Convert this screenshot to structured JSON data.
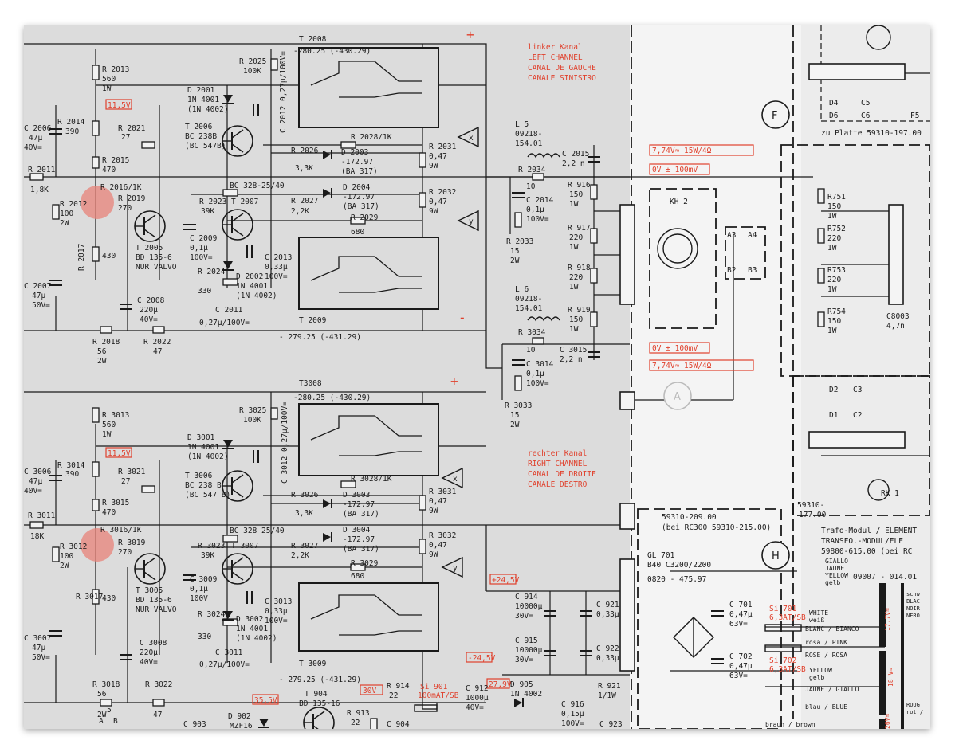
{
  "sections": {
    "left_top": [
      "linker Kanal",
      "LEFT CHANNEL",
      "CANAL DE GAUCHE",
      "CANALE SINISTRO"
    ],
    "right_bottom": [
      "rechter Kanal",
      "RIGHT CHANNEL",
      "CANAL DE DROITE",
      "CANALE DESTRO"
    ],
    "trafo": [
      "Trafo-Modul / ELEMENT",
      "TRANSFO.-MODUL/ELE",
      "59800-615.00 (bei RC"
    ]
  },
  "circles": [
    "F",
    "A",
    "H"
  ],
  "signs": [
    "+",
    "-",
    "+"
  ],
  "voltages": {
    "v115_a": "11,5V",
    "v115_b": "11,5V",
    "lc1": "7,74V≈  15W/4Ω",
    "lc2": "0V ± 100mV",
    "lc3": "0V ± 100mV",
    "lc4": "7,74V≈  15W/4Ω",
    "p245": "+24,5V",
    "m245": "-24,5V",
    "v355": "35,5V",
    "v30": "30V",
    "v279": "27,9V",
    "si901": "Si 901",
    "si901b": "100mAT/SB",
    "si701": "Si 701",
    "si701b": "6,3AT/SB",
    "si702": "Si 702",
    "si702b": "6,3AT/SB"
  },
  "parts": {
    "t2008": "T 2008",
    "t2008v": "-280.25  (-430.29)",
    "t2009": "T 2009",
    "t2009v": "- 279.25 (-431.29)",
    "t3008": "T3008",
    "t3008v": "-280.25  (-430.29)",
    "t3009": "T 3009",
    "t3009v": "- 279.25 (-431.29)",
    "r2013": [
      "R 2013",
      "560",
      "1W"
    ],
    "r2014": [
      "R 2014",
      "390"
    ],
    "c2006": [
      "C 2006",
      "47µ",
      "40V="
    ],
    "r2021": [
      "R 2021",
      "27"
    ],
    "r2015": [
      "R 2015",
      "470"
    ],
    "r2011": [
      "R 2011",
      "1,8K"
    ],
    "r2016": "R 2016/1K",
    "r2019": [
      "R 2019",
      "270"
    ],
    "r2012": [
      "R 2012",
      "100",
      "2W"
    ],
    "r2017": [
      "R 2017",
      "430"
    ],
    "t2005": [
      "T 2005",
      "BD 135-6",
      "NUR VALVO"
    ],
    "c2007": [
      "C 2007",
      "47µ",
      "50V="
    ],
    "c2008": [
      "C 2008",
      "220µ",
      "40V="
    ],
    "r2018": [
      "R 2018",
      "56",
      "2W"
    ],
    "r2022": [
      "R 2022",
      "47"
    ],
    "r2025": [
      "R 2025",
      "100K"
    ],
    "d2001": [
      "D 2001",
      "1N 4001",
      "(1N 4002)"
    ],
    "t2006": [
      "T 2006",
      "BC 238B",
      "(BC 547B)"
    ],
    "c2012": "C 2012  0,27µ/100V=",
    "r2028": "R 2028/1K",
    "r2026": [
      "R 2026",
      "3,3K"
    ],
    "d2003": [
      "D 2003",
      "-172.97",
      "(BA 317)"
    ],
    "bc328": "BC 328-25/40",
    "r2023": [
      "R 2023",
      "39K"
    ],
    "t2007": "T 2007",
    "d2004": [
      "D 2004",
      "-172.97",
      "(BA 317)"
    ],
    "r2027": [
      "R 2027",
      "2,2K"
    ],
    "r2029": [
      "R 2029",
      "680"
    ],
    "c2009": [
      "C 2009",
      "0,1µ",
      "100V="
    ],
    "c2013": [
      "C 2013",
      "0,33µ",
      "100V="
    ],
    "r2024": "R 2024",
    "d2002": [
      "D 2002",
      "1N 4001",
      "(1N 4002)"
    ],
    "r330": "330",
    "c2011": [
      "C 2011",
      "0,27µ/100V="
    ],
    "r2031": [
      "R 2031",
      "0,47",
      "9W"
    ],
    "r2032": [
      "R 2032",
      "0,47",
      "9W"
    ],
    "l5": [
      "L 5",
      "09218-",
      "154.01"
    ],
    "r2034": [
      "R 2034",
      "10"
    ],
    "c2015": [
      "C 2015",
      "2,2 n"
    ],
    "c2014": [
      "C 2014",
      "0,1µ",
      "100V="
    ],
    "r2033": [
      "R 2033",
      "15",
      "2W"
    ],
    "r916": [
      "R 916",
      "150",
      "1W"
    ],
    "r917": [
      "R 917",
      "220",
      "1W"
    ],
    "r918": [
      "R 918",
      "220",
      "1W"
    ],
    "r919": [
      "R 919",
      "150",
      "1W"
    ],
    "l6": [
      "L 6",
      "09218-",
      "154.01"
    ],
    "r3034": [
      "R 3034",
      "10"
    ],
    "c3015": [
      "C 3015",
      "2,2 n"
    ],
    "c3014": [
      "C 3014",
      "0,1µ",
      "100V="
    ],
    "r3033": [
      "R 3033",
      "15",
      "2W"
    ],
    "kh2": "KH 2",
    "a3": "A3",
    "a4": "A4",
    "b2": "B2",
    "b3": "B3",
    "zuplatte": "zu Platte  59310-197.00",
    "r751": [
      "R751",
      "150",
      "1W"
    ],
    "r752": [
      "R752",
      "220",
      "1W"
    ],
    "r753": [
      "R753",
      "220",
      "1W"
    ],
    "r754": [
      "R754",
      "150",
      "1W"
    ],
    "c8003": [
      "C8003",
      "4,7n"
    ],
    "r3013": [
      "R 3013",
      "560",
      "1W"
    ],
    "r3014": [
      "R 3014",
      "390"
    ],
    "c3006": [
      "C 3006",
      "47µ",
      "40V="
    ],
    "r3021": [
      "R 3021",
      "27"
    ],
    "r3015": [
      "R 3015",
      "470"
    ],
    "r3011": [
      "R 3011",
      "18K"
    ],
    "r3016": "R 3016/1K",
    "r3019": [
      "R 3019",
      "270"
    ],
    "r3012": [
      "R 3012",
      "100",
      "2W"
    ],
    "r3017": [
      "R 3017",
      "430"
    ],
    "t3005": [
      "T 3005",
      "BD 135-6",
      "NUR VALVO"
    ],
    "c3007": [
      "C 3007",
      "47µ",
      "50V="
    ],
    "c3008": [
      "C 3008",
      "220µ",
      "40V="
    ],
    "r3018": [
      "R 3018",
      "56",
      "2W"
    ],
    "r3022": [
      "R 3022",
      "47"
    ],
    "r3025": [
      "R 3025",
      "100K"
    ],
    "d3001": [
      "D 3001",
      "1N 4001",
      "(1N 4002)"
    ],
    "t3006": [
      "T 3006",
      "BC 238 B",
      "(BC 547 B)"
    ],
    "c3012": "C 3012  0,27µ/100V=",
    "r3028": "R 3028/1K",
    "r3026": [
      "R 3026",
      "3,3K"
    ],
    "d3003": [
      "D 3003",
      "-172.97",
      "(BA 317)"
    ],
    "bc328b": "BC 328  25/40",
    "r3023": [
      "R 3023",
      "39K"
    ],
    "t3007": "T 3007",
    "d3004": [
      "D 3004",
      "-172.97",
      "(BA 317)"
    ],
    "r3027": [
      "R 3027",
      "2,2K"
    ],
    "r3029": [
      "R 3029",
      "680"
    ],
    "c3009": [
      "C 3009",
      "0,1µ",
      "100V"
    ],
    "c3013": [
      "C 3013",
      "0,33µ",
      "100V="
    ],
    "r3024": "R 3024",
    "d3002": [
      "D 3002",
      "1N 4001",
      "(1N 4002)"
    ],
    "r330b": "330",
    "c3011": [
      "C 3011",
      "0,27µ/100V="
    ],
    "r3031": [
      "R 3031",
      "0,47",
      "9W"
    ],
    "r3032": [
      "R 3032",
      "0,47",
      "9W"
    ],
    "mod209": [
      "59310-209.00",
      "(bei RC300  59310-215.00)"
    ],
    "gl701": [
      "GL 701",
      "B40 C3200/2200",
      "0820 - 475.97"
    ],
    "c914": [
      "C 914",
      "10000µ",
      "30V="
    ],
    "c921": [
      "C 921",
      "0,33µ"
    ],
    "c915": [
      "C 915",
      "10000µ",
      "30V="
    ],
    "c922": [
      "C 922",
      "0,33µ"
    ],
    "c701": [
      "C 701",
      "0,47µ",
      "63V="
    ],
    "c702": [
      "C 702",
      "0,47µ",
      "63V="
    ],
    "mod177": [
      "59310-",
      "177.00"
    ],
    "rk1": "RK 1",
    "d_labels": [
      "D4",
      "C5",
      "D6",
      "C6",
      "F5",
      "D2",
      "C3",
      "D1",
      "C2"
    ],
    "wires": [
      "GIALLO",
      "JAUNE",
      "YELLOW",
      "gelb",
      "WHITE",
      "weiß",
      "BLANC / BIANCO",
      "rosa / PINK",
      "ROSE / ROSA",
      "YELLOW",
      "gelb",
      "JAUNE / GIALLO",
      "blau / BLUE",
      "braun / brown"
    ],
    "code09007": "09007 - 014.01",
    "right_edge": [
      "schw",
      "BLAC",
      "NOIR",
      "NERO",
      "ROUG",
      "rot /"
    ],
    "t904": [
      "T 904",
      "BD 135-16"
    ],
    "d902": [
      "D 902",
      "MZF16"
    ],
    "c903": "C 903",
    "r913": [
      "R 913",
      "22"
    ],
    "r914": [
      "R 914",
      "22"
    ],
    "c904": "C 904",
    "c912": [
      "C 912",
      "1000µ",
      "40V="
    ],
    "d905": [
      "D 905",
      "1N 4002"
    ],
    "c916": [
      "C 916",
      "0,15µ",
      "100V="
    ],
    "r921": [
      "R 921",
      "1/1W"
    ],
    "c923": "C 923",
    "vx": "x",
    "vy": "y",
    "vx2": "x",
    "vy2": "y",
    "pin5": "5",
    "pinA": "A",
    "pinB": "B",
    "v18": "18 V≈",
    "v17": "17,7V≈",
    "v26": "26V≈"
  }
}
